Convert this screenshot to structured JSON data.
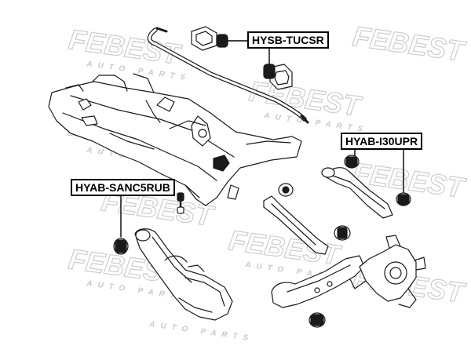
{
  "watermark": {
    "brand": "FEBEST",
    "tagline": "AUTO PARTS",
    "color": "#d6d6d6"
  },
  "callouts": {
    "tucsr": "HYSB-TUCSR",
    "i30upr": "HYAB-I30UPR",
    "sanc5rub": "HYAB-SANC5RUB"
  },
  "colors": {
    "line": "#1a1a1a",
    "fill": "#ffffff",
    "bushing": "#1a1a1a"
  }
}
